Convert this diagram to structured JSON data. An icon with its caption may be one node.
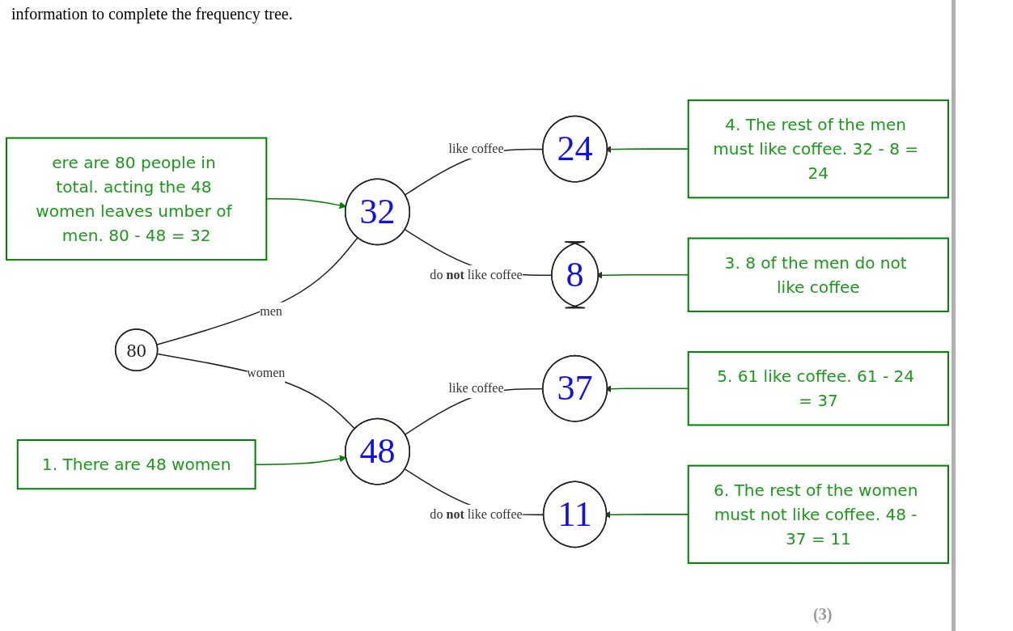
{
  "diagram": {
    "nodes": [
      {
        "text": [
          "80"
        ]
      },
      {
        "text": [
          "32"
        ]
      },
      {
        "text": [
          "48"
        ]
      },
      {
        "text": [
          "24"
        ]
      },
      {
        "text": [
          "8"
        ]
      },
      {
        "text": [
          "37"
        ]
      },
      {
        "text": [
          "11"
        ]
      },
      {
        "text": [
          "1. There are 48 women"
        ]
      },
      {
        "text": [
          "ere are 80 people in total. acting the 48 women leaves umber of men. 80 - 48 = 32"
        ]
      },
      {
        "text": [
          "3. 8 of the men do not like coffee"
        ]
      },
      {
        "text": [
          "4. The rest of the men must like coffee. 32 - 8 = 24"
        ]
      },
      {
        "text": [
          "5. 61 like coffee. 61 - 24 = 37"
        ]
      },
      {
        "text": [
          "6. The rest of the women must not like coffee. 48 - 37 = 11"
        ]
      }
    ],
    "edges": [
      {
        "from": 0,
        "to": 1,
        "arrow": "none",
        "label": "men"
      },
      {
        "from": 0,
        "to": 2,
        "arrow": "none",
        "label": "women"
      },
      {
        "from": 1,
        "to": 3,
        "arrow": "none",
        "label": "like coffee"
      },
      {
        "from": 1,
        "to": 4,
        "arrow": "none",
        "label": "do **not** like coffee"
      },
      {
        "from": 2,
        "to": 5,
        "arrow": "none",
        "label": "like coffee"
      },
      {
        "from": 2,
        "to": 6,
        "arrow": "none",
        "label": "do **not** like coffee"
      },
      {
        "from": 7,
        "to": 2,
        "arrow": "to",
        "color": "#008000"
      },
      {
        "from": 8,
        "to": 1,
        "arrow": "to",
        "color": "#008000"
      },
      {
        "from": 9,
        "to": 4,
        "arrow": "to",
        "color": "#008000"
      },
      {
        "from": 10,
        "to": 3,
        "arrow": "to",
        "color": "#008000"
      },
      {
        "from": 11,
        "to": 5,
        "arrow": "to",
        "color": "#008000"
      },
      {
        "from": 12,
        "to": 6,
        "arrow": "to",
        "color": "#008000"
      }
    ],
    "labels": [
      "information to complete the frequency tree.",
      "(3)"
    ]
  }
}
